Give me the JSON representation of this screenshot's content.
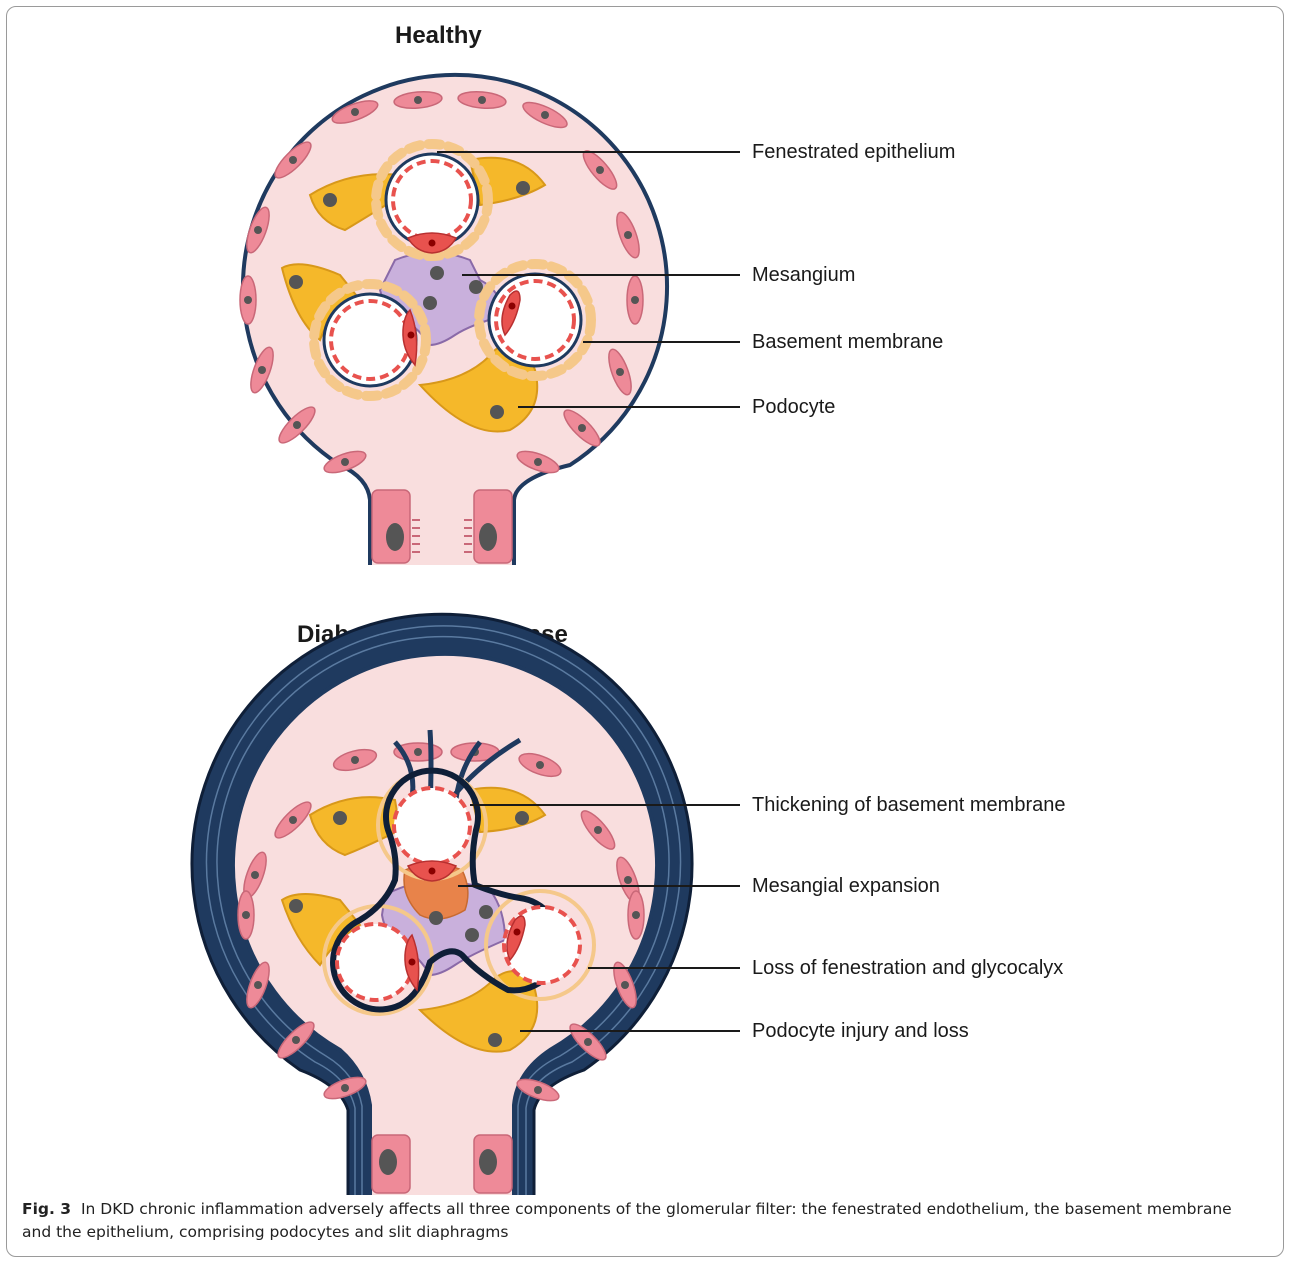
{
  "panels": [
    {
      "title": "Healthy",
      "labels": [
        "Fenestrated epithelium",
        "Mesangium",
        "Basement membrane",
        "Podocyte"
      ]
    },
    {
      "title": "Diabetic kidney disease",
      "labels": [
        "Thickening of basement membrane",
        "Mesangial expansion",
        "Loss of fenestration and glycocalyx",
        "Podocyte injury and loss"
      ]
    }
  ],
  "caption": {
    "fig_label": "Fig. 3",
    "text": "In DKD chronic inflammation adversely affects all three components of the glomerular filter: the fenestrated endothelium, the basement membrane and the epithelium, comprising podocytes and slit diaphragms"
  },
  "colors": {
    "capsule_wall": "#1f3a5f",
    "capsule_fill": "#f9dede",
    "parietal_cell": "#ee8a98",
    "podocyte": "#f5b82a",
    "mesangium": "#c9b0dc",
    "mesangial_expansion": "#e8834a",
    "endothelium": "#e8524e",
    "glycocalyx": "#f5c88a",
    "nucleus": "#555555"
  }
}
